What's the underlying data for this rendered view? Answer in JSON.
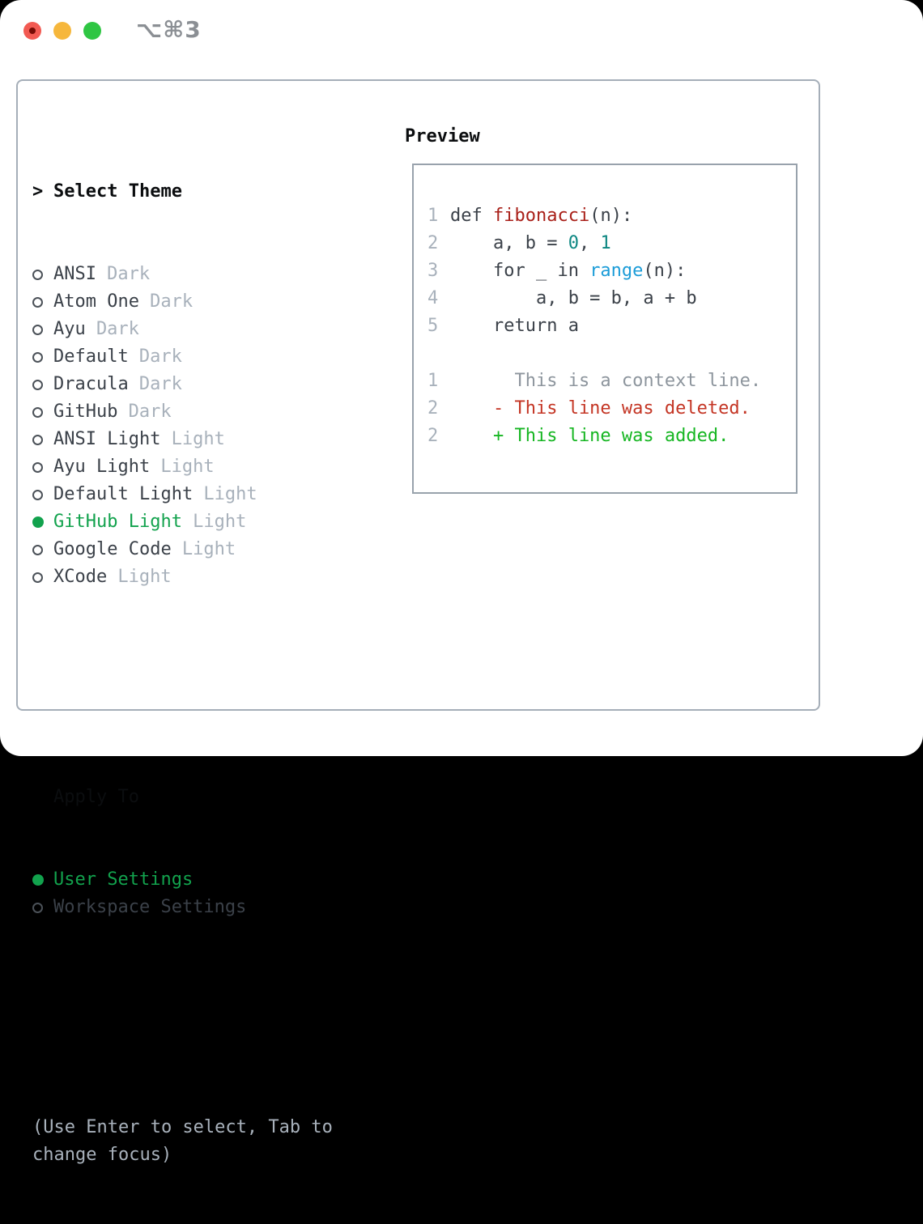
{
  "window": {
    "title": "⌥⌘3",
    "traffic_lights": [
      {
        "name": "close",
        "color": "#f25a52",
        "inner_dot": "#770b04"
      },
      {
        "name": "minimize",
        "color": "#f6b73c"
      },
      {
        "name": "zoom",
        "color": "#2fc643"
      }
    ]
  },
  "theme_picker": {
    "pointer": ">",
    "heading": "Select Theme",
    "items": [
      {
        "name": "ANSI",
        "variant": "Dark",
        "selected": false
      },
      {
        "name": "Atom One",
        "variant": "Dark",
        "selected": false
      },
      {
        "name": "Ayu",
        "variant": "Dark",
        "selected": false
      },
      {
        "name": "Default",
        "variant": "Dark",
        "selected": false
      },
      {
        "name": "Dracula",
        "variant": "Dark",
        "selected": false
      },
      {
        "name": "GitHub",
        "variant": "Dark",
        "selected": false
      },
      {
        "name": "ANSI Light",
        "variant": "Light",
        "selected": false
      },
      {
        "name": "Ayu Light",
        "variant": "Light",
        "selected": false
      },
      {
        "name": "Default Light",
        "variant": "Light",
        "selected": false
      },
      {
        "name": "GitHub Light",
        "variant": "Light",
        "selected": true
      },
      {
        "name": "Google Code",
        "variant": "Light",
        "selected": false
      },
      {
        "name": "XCode",
        "variant": "Light",
        "selected": false
      }
    ]
  },
  "apply_to": {
    "heading": "Apply To",
    "options": [
      {
        "label": "User Settings",
        "selected": true
      },
      {
        "label": "Workspace Settings",
        "selected": false
      }
    ]
  },
  "hint": "(Use Enter to select, Tab to change focus)",
  "preview": {
    "heading": "Preview",
    "code_lines": [
      {
        "num": "1",
        "tokens": [
          {
            "t": "def ",
            "c": "plain"
          },
          {
            "t": "fibonacci",
            "c": "func"
          },
          {
            "t": "(n):",
            "c": "plain"
          }
        ]
      },
      {
        "num": "2",
        "tokens": [
          {
            "t": "    a, b = ",
            "c": "plain"
          },
          {
            "t": "0",
            "c": "num"
          },
          {
            "t": ", ",
            "c": "plain"
          },
          {
            "t": "1",
            "c": "num"
          }
        ]
      },
      {
        "num": "3",
        "tokens": [
          {
            "t": "    for _ in ",
            "c": "plain"
          },
          {
            "t": "range",
            "c": "builtin"
          },
          {
            "t": "(n):",
            "c": "plain"
          }
        ]
      },
      {
        "num": "4",
        "tokens": [
          {
            "t": "        a, b = b, a + b",
            "c": "plain"
          }
        ]
      },
      {
        "num": "5",
        "tokens": [
          {
            "t": "    return a",
            "c": "plain"
          }
        ]
      }
    ],
    "diff_lines": [
      {
        "num": "1",
        "text": "      This is a context line.",
        "kind": "context"
      },
      {
        "num": "2",
        "text": "    - This line was deleted.",
        "kind": "deleted"
      },
      {
        "num": "2",
        "text": "    + This line was added.",
        "kind": "added"
      }
    ]
  },
  "colors": {
    "accent_green": "#12a24d",
    "diff_added": "#16b622",
    "diff_deleted": "#c43524",
    "diff_context": "#8d959d",
    "code_plain": "#3b4149",
    "code_function": "#a92019",
    "code_number": "#0d8782",
    "code_builtin": "#1b9cd8",
    "item_text": "#3b4149",
    "heading_text": "#0b0d0f",
    "dim_text": "#a8b1bb",
    "line_number": "#a8b1bb",
    "border_main": "#a5aeb8",
    "border_preview": "#98a2ac",
    "title_text": "#8b8f94"
  }
}
